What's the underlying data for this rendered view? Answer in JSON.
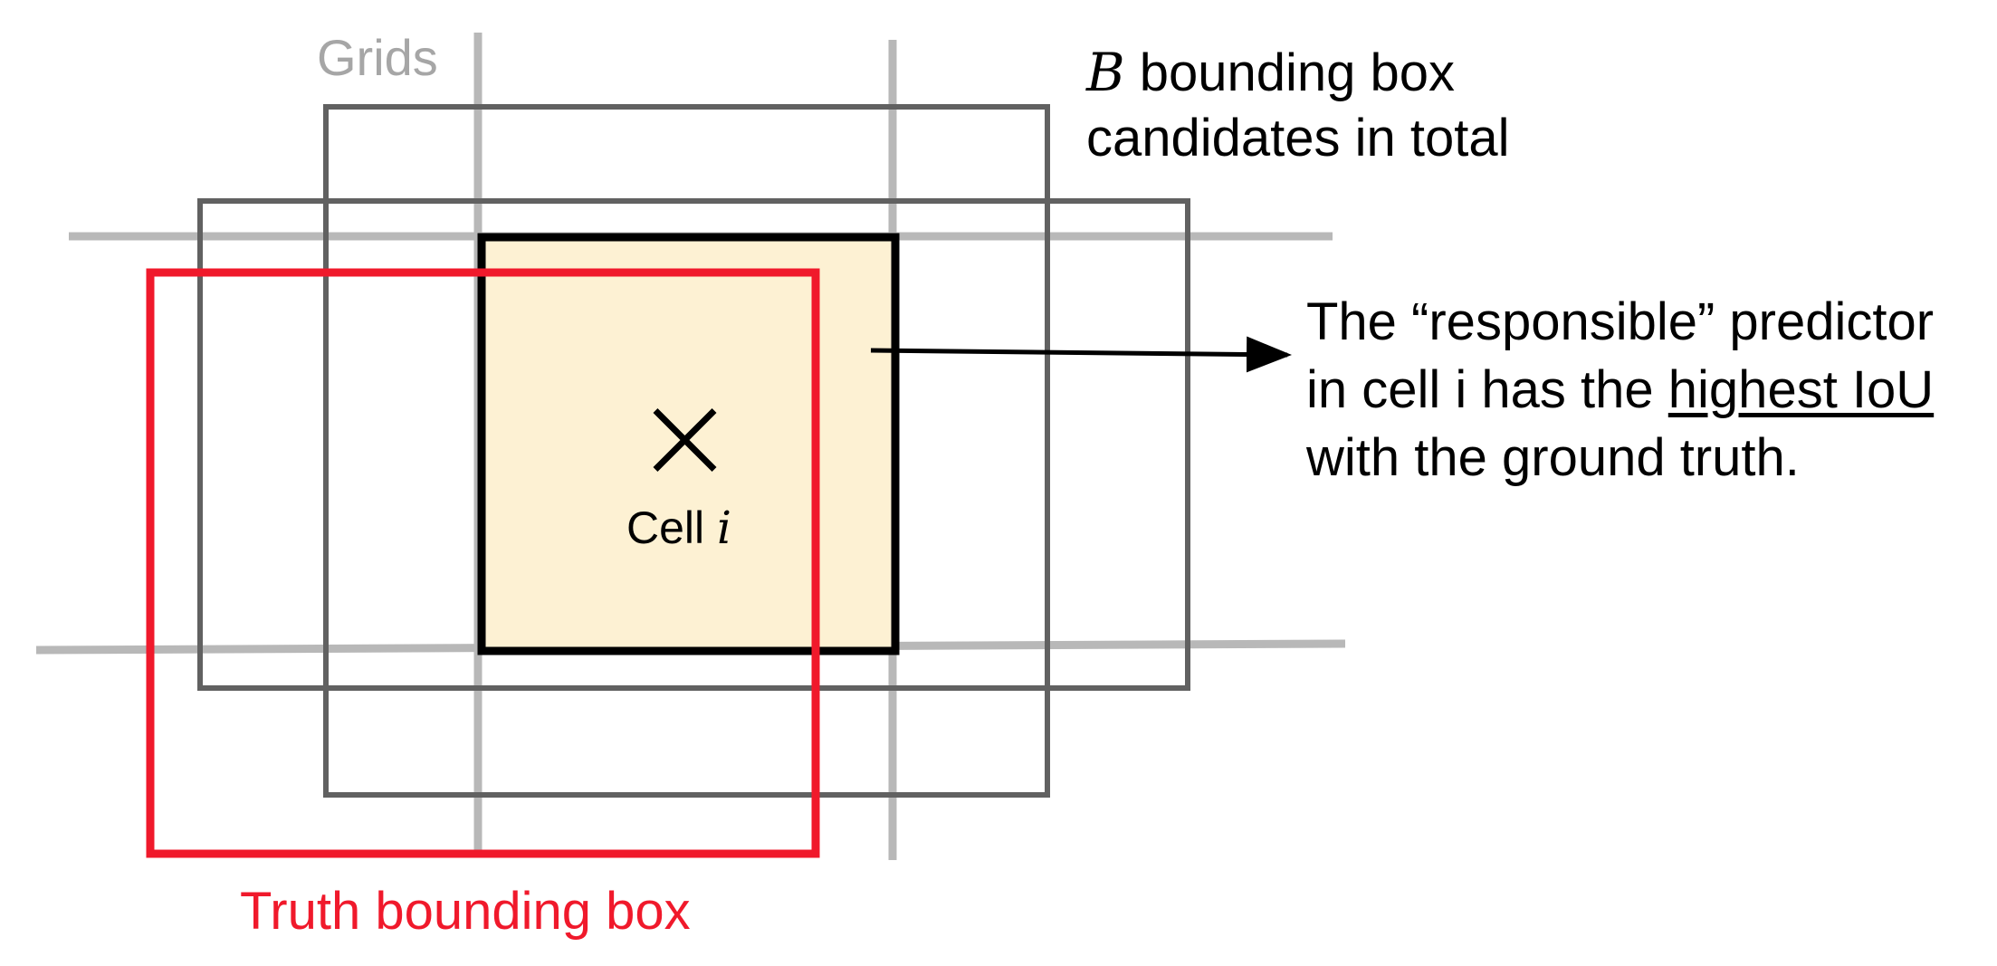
{
  "labels": {
    "grids": "Grids",
    "bbox_var": "B",
    "bbox_line1_rest": " bounding box",
    "bbox_line2": "candidates in total",
    "responsible_line1": "The “responsible” predictor",
    "responsible_line2_prefix": "in cell i has the ",
    "responsible_line2_emphasis": "highest IoU",
    "responsible_line3": "with the ground truth.",
    "cell_word": "Cell ",
    "cell_var": "i",
    "truth": "Truth bounding box"
  },
  "colors": {
    "grid": "#b8b8b8",
    "candidate_box": "#616161",
    "cell": "#000000",
    "cell_fill": "#fdf1d3",
    "truth": "#f0192b",
    "text": "#000000",
    "grids_text": "#a6a6a6"
  }
}
